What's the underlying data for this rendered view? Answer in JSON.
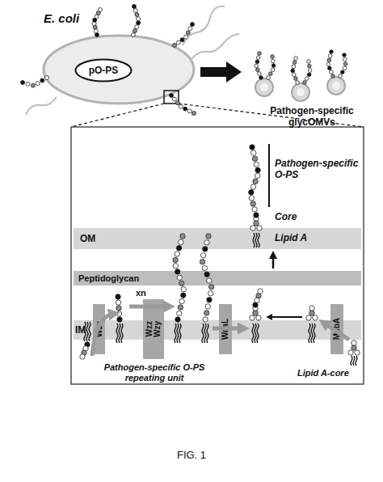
{
  "diagram": {
    "caption": "FIG. 1",
    "nodes": [
      {
        "text": [
          "E. coli"
        ]
      },
      {
        "text": [
          "pO-PS"
        ],
        "in": 0
      },
      {
        "text": [
          "OM"
        ]
      },
      {
        "text": [
          "Peptidoglycan"
        ]
      },
      {
        "text": [
          "IM"
        ]
      },
      {
        "text": [
          "Wzx"
        ],
        "in": 4
      },
      {
        "text": [
          "Wzz",
          "Wzy"
        ],
        "in": 4
      },
      {
        "text": [
          "WaaL"
        ],
        "in": 4
      },
      {
        "text": [
          "MsbA"
        ],
        "in": 4
      }
    ],
    "labels": [
      "Pathogen-specific glycOMVs",
      "Pathogen-specific O-PS",
      "Core",
      "Lipid A",
      "xn",
      "Pathogen-specific O-PS repeating unit",
      "Lipid A-core"
    ]
  }
}
